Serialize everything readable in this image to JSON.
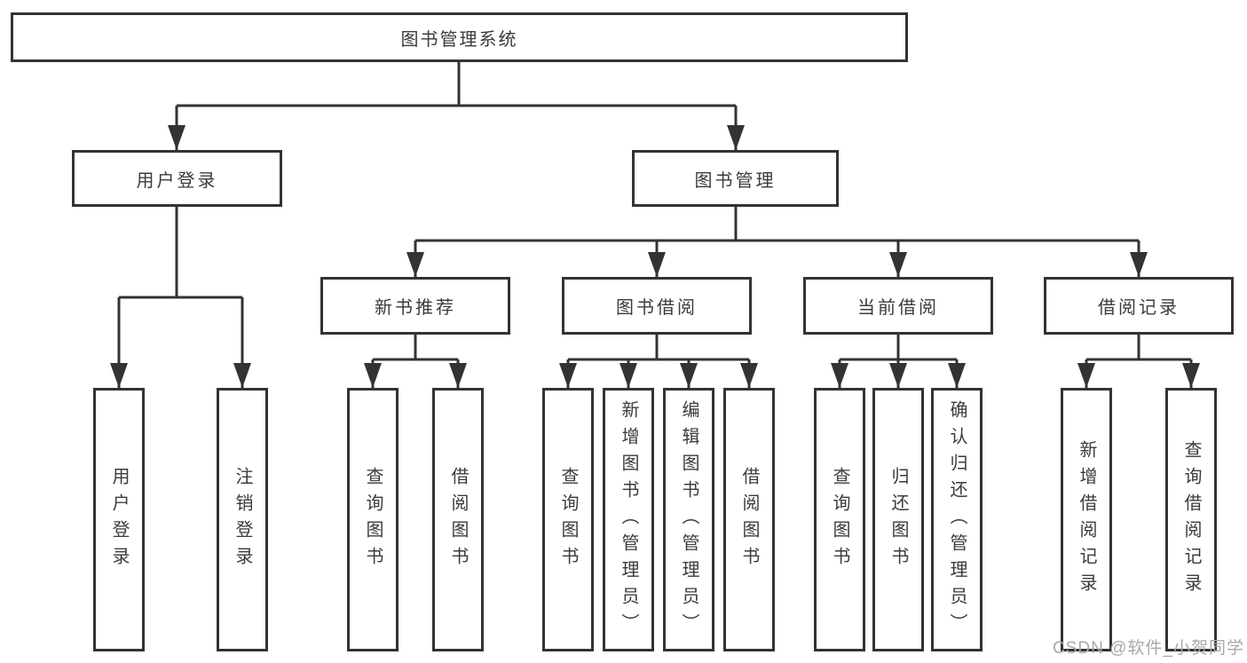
{
  "tree": {
    "root": "图书管理系统",
    "branches": [
      {
        "label": "用户登录",
        "leaves": [
          "用户登录",
          "注销登录"
        ]
      },
      {
        "label": "图书管理",
        "groups": [
          {
            "label": "新书推荐",
            "leaves": [
              "查询图书",
              "借阅图书"
            ]
          },
          {
            "label": "图书借阅",
            "leaves": [
              "查询图书",
              "新增图书（管理员）",
              "编辑图书（管理员）",
              "借阅图书"
            ]
          },
          {
            "label": "当前借阅",
            "leaves": [
              "查询图书",
              "归还图书",
              "确认归还（管理员）"
            ]
          },
          {
            "label": "借阅记录",
            "leaves": [
              "新增借阅记录",
              "查询借阅记录"
            ]
          }
        ]
      }
    ]
  },
  "watermark": "CSDN @软件_小贺同学",
  "colors": {
    "line": "#333333",
    "text": "#3b3b3b",
    "watermark": "#a8a8a8",
    "background": "#ffffff"
  }
}
